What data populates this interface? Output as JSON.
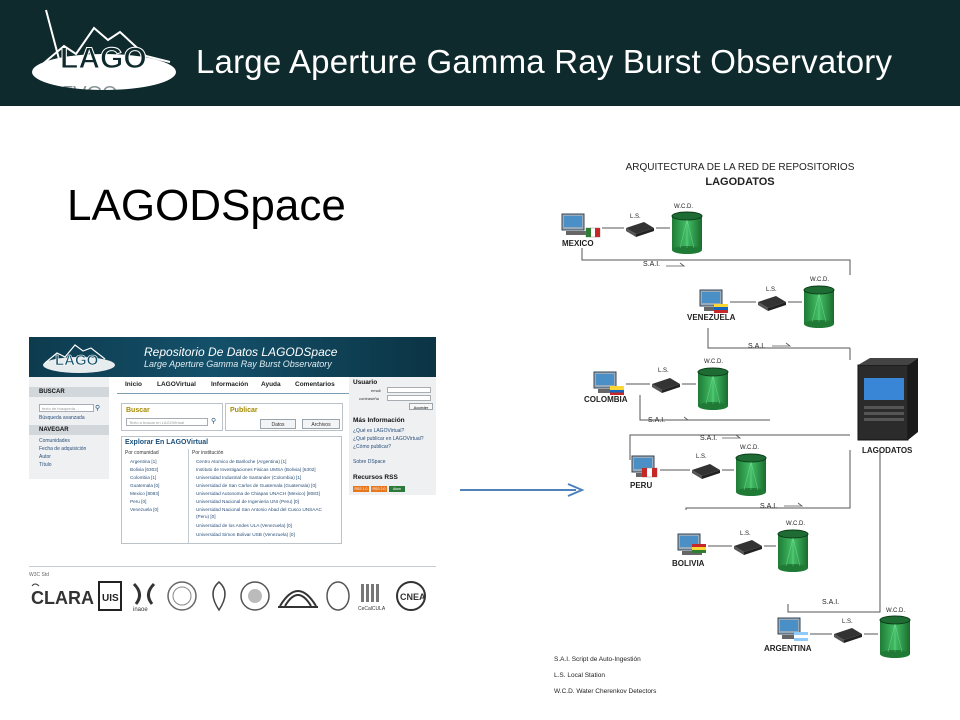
{
  "header": {
    "logo_text": "LAGO",
    "title": "Large Aperture Gamma Ray Burst Observatory"
  },
  "slide_title": "LAGODSpace",
  "site": {
    "title": "Repositorio De Datos LAGODSpace",
    "subtitle": "Large Aperture Gamma Ray Burst Observatory",
    "left": {
      "buscar_head": "BUSCAR",
      "search_placeholder": "texto de búsqueda ...",
      "advanced_search": "Búsqueda avanzada",
      "navegar_head": "NAVEGAR",
      "nav_links": [
        "Comunidades",
        "Fecha de adquisición",
        "Autor",
        "Título"
      ]
    },
    "nav": [
      "Inicio",
      "LAGOVirtual",
      "Información",
      "Ayuda",
      "Comentarios"
    ],
    "buscar": {
      "head": "Buscar",
      "placeholder": "Texto a buscar en LAGOVirtual"
    },
    "publicar": {
      "head": "Publicar",
      "btn_datos": "Datos",
      "btn_archivos": "Archivos"
    },
    "explorar": {
      "head": "Explorar En LAGOVirtual",
      "col_comunidad": "Por comunidad",
      "col_institucion": "Por institución",
      "comunidades": [
        "Argentina [1]",
        "Bolivia [6302]",
        "Colombia [1]",
        "Guatemala [0]",
        "Mexico [8083]",
        "Peru [0]",
        "Venezuela [0]"
      ],
      "instituciones": [
        "Centro Atomico de Bariloche (Argentina) [1]",
        "Instituto de Investigaciones Fisicas UMSA (Bolivia) [6302]",
        "Universidad Industrial de Santander (Colombia) [1]",
        "Universidad de San Carlos de Guatemala (Guatemala) [0]",
        "Universidad Autonoma de Chiapas UNACH (Mexico) [8083]",
        "Universidad Nacional de Ingenieria UNI (Peru) [0]",
        "Universidad Nacional San Antonio Abad del Cusco UNSAAC",
        "(Peru) [0]",
        "Universidad de los Andes ULA (Venezuela) [0]",
        "Universidad Simon Bolivar USB (Venezuela) [0]"
      ]
    },
    "right": {
      "usuario_head": "Usuario",
      "email_label": "email",
      "password_label": "contraseña",
      "login_btn": "Acceder",
      "info_head": "Más Información",
      "info_links": [
        "¿Qué es LAGOVirtual?",
        "¿Qué publicar en LAGOVirtual?",
        "¿Cómo publicar?"
      ],
      "about": "Sobre DSpace",
      "rss_head": "Recursos RSS",
      "rss_badges": [
        "RSS 1.0",
        "RSS 2.0",
        "Atom"
      ],
      "rss_colors": [
        "#e8761b",
        "#e8761b",
        "#2c7a3a"
      ]
    },
    "footer": {
      "w3c": "W3C Std",
      "partners": [
        "RedCLARA",
        "UIS",
        "INAOE",
        "UNAM",
        "USB",
        "ULA",
        "UMSA",
        "UNACH",
        "CeCalCULA",
        "CNEA"
      ]
    }
  },
  "diagram": {
    "title_line1": "ARQUITECTURA DE LA RED DE REPOSITORIOS",
    "title_line2": "LAGODATOS",
    "server_label": "LAGODATOS",
    "ls": "L.S.",
    "wcd": "W.C.D.",
    "sai": "S.A.I.",
    "sites": [
      "MEXICO",
      "VENEZUELA",
      "COLOMBIA",
      "PERU",
      "BOLIVIA",
      "ARGENTINA"
    ],
    "legend": [
      "S.A.I. Script de Auto-Ingestión",
      "L.S. Local Station",
      "W.C.D. Water Cherenkov Detectors"
    ]
  },
  "colors": {
    "header_bg": "#0e2a2c",
    "site_banner": "#14506a",
    "detector_green": "#2fa84f",
    "arrow_blue": "#4f81bd"
  }
}
